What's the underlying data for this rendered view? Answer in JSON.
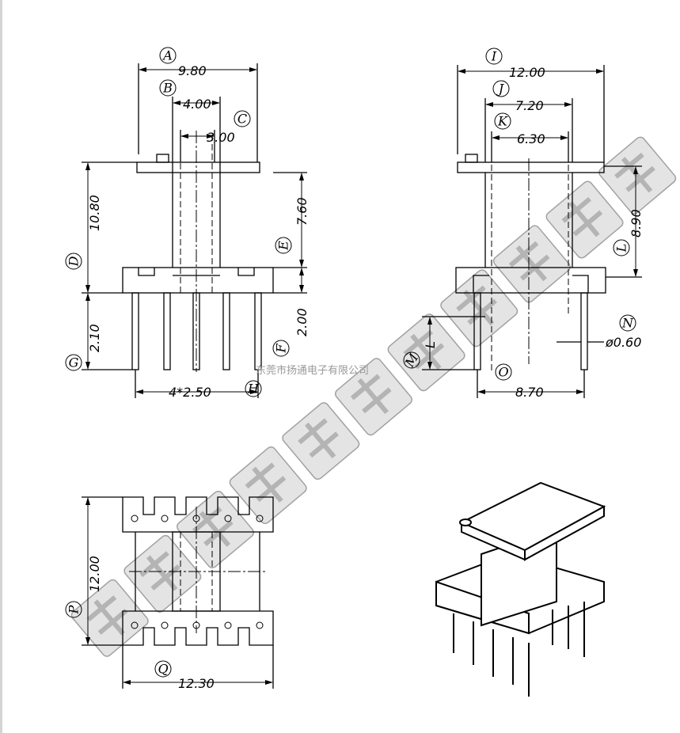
{
  "dimensions": {
    "A": "9.80",
    "B": "4.00",
    "C": "3.00",
    "D": "10.80",
    "E": "7.60",
    "F": "2.00",
    "G": "2.10",
    "H": "4*2.50",
    "I": "12.00",
    "J": "7.20",
    "K": "6.30",
    "L": "8.90",
    "M": "L",
    "N": "ø0.60",
    "O": "8.70",
    "P": "12.00",
    "Q": "12.30"
  },
  "labels": {
    "A": "A",
    "B": "B",
    "C": "C",
    "D": "D",
    "E": "E",
    "F": "F",
    "G": "G",
    "H": "H",
    "I": "I",
    "J": "J",
    "K": "K",
    "L": "L",
    "M": "M",
    "N": "N",
    "O": "O",
    "P": "P",
    "Q": "Q"
  },
  "watermark": {
    "large": "东莞市扬通电子有限公司",
    "small": "东莞市扬通电子有限公司"
  }
}
